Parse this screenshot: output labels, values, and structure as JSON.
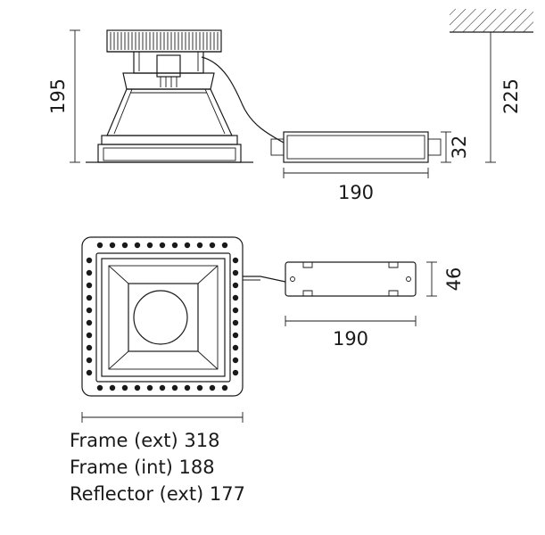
{
  "dimensions": {
    "side_total_height": "195",
    "ceiling_drop": "225",
    "driver_height": "32",
    "driver_length_side": "190",
    "driver_width_top": "46",
    "driver_length_top": "190"
  },
  "specs": [
    "Frame (ext) 318",
    "Frame (int) 188",
    "Reflector (ext) 177"
  ]
}
